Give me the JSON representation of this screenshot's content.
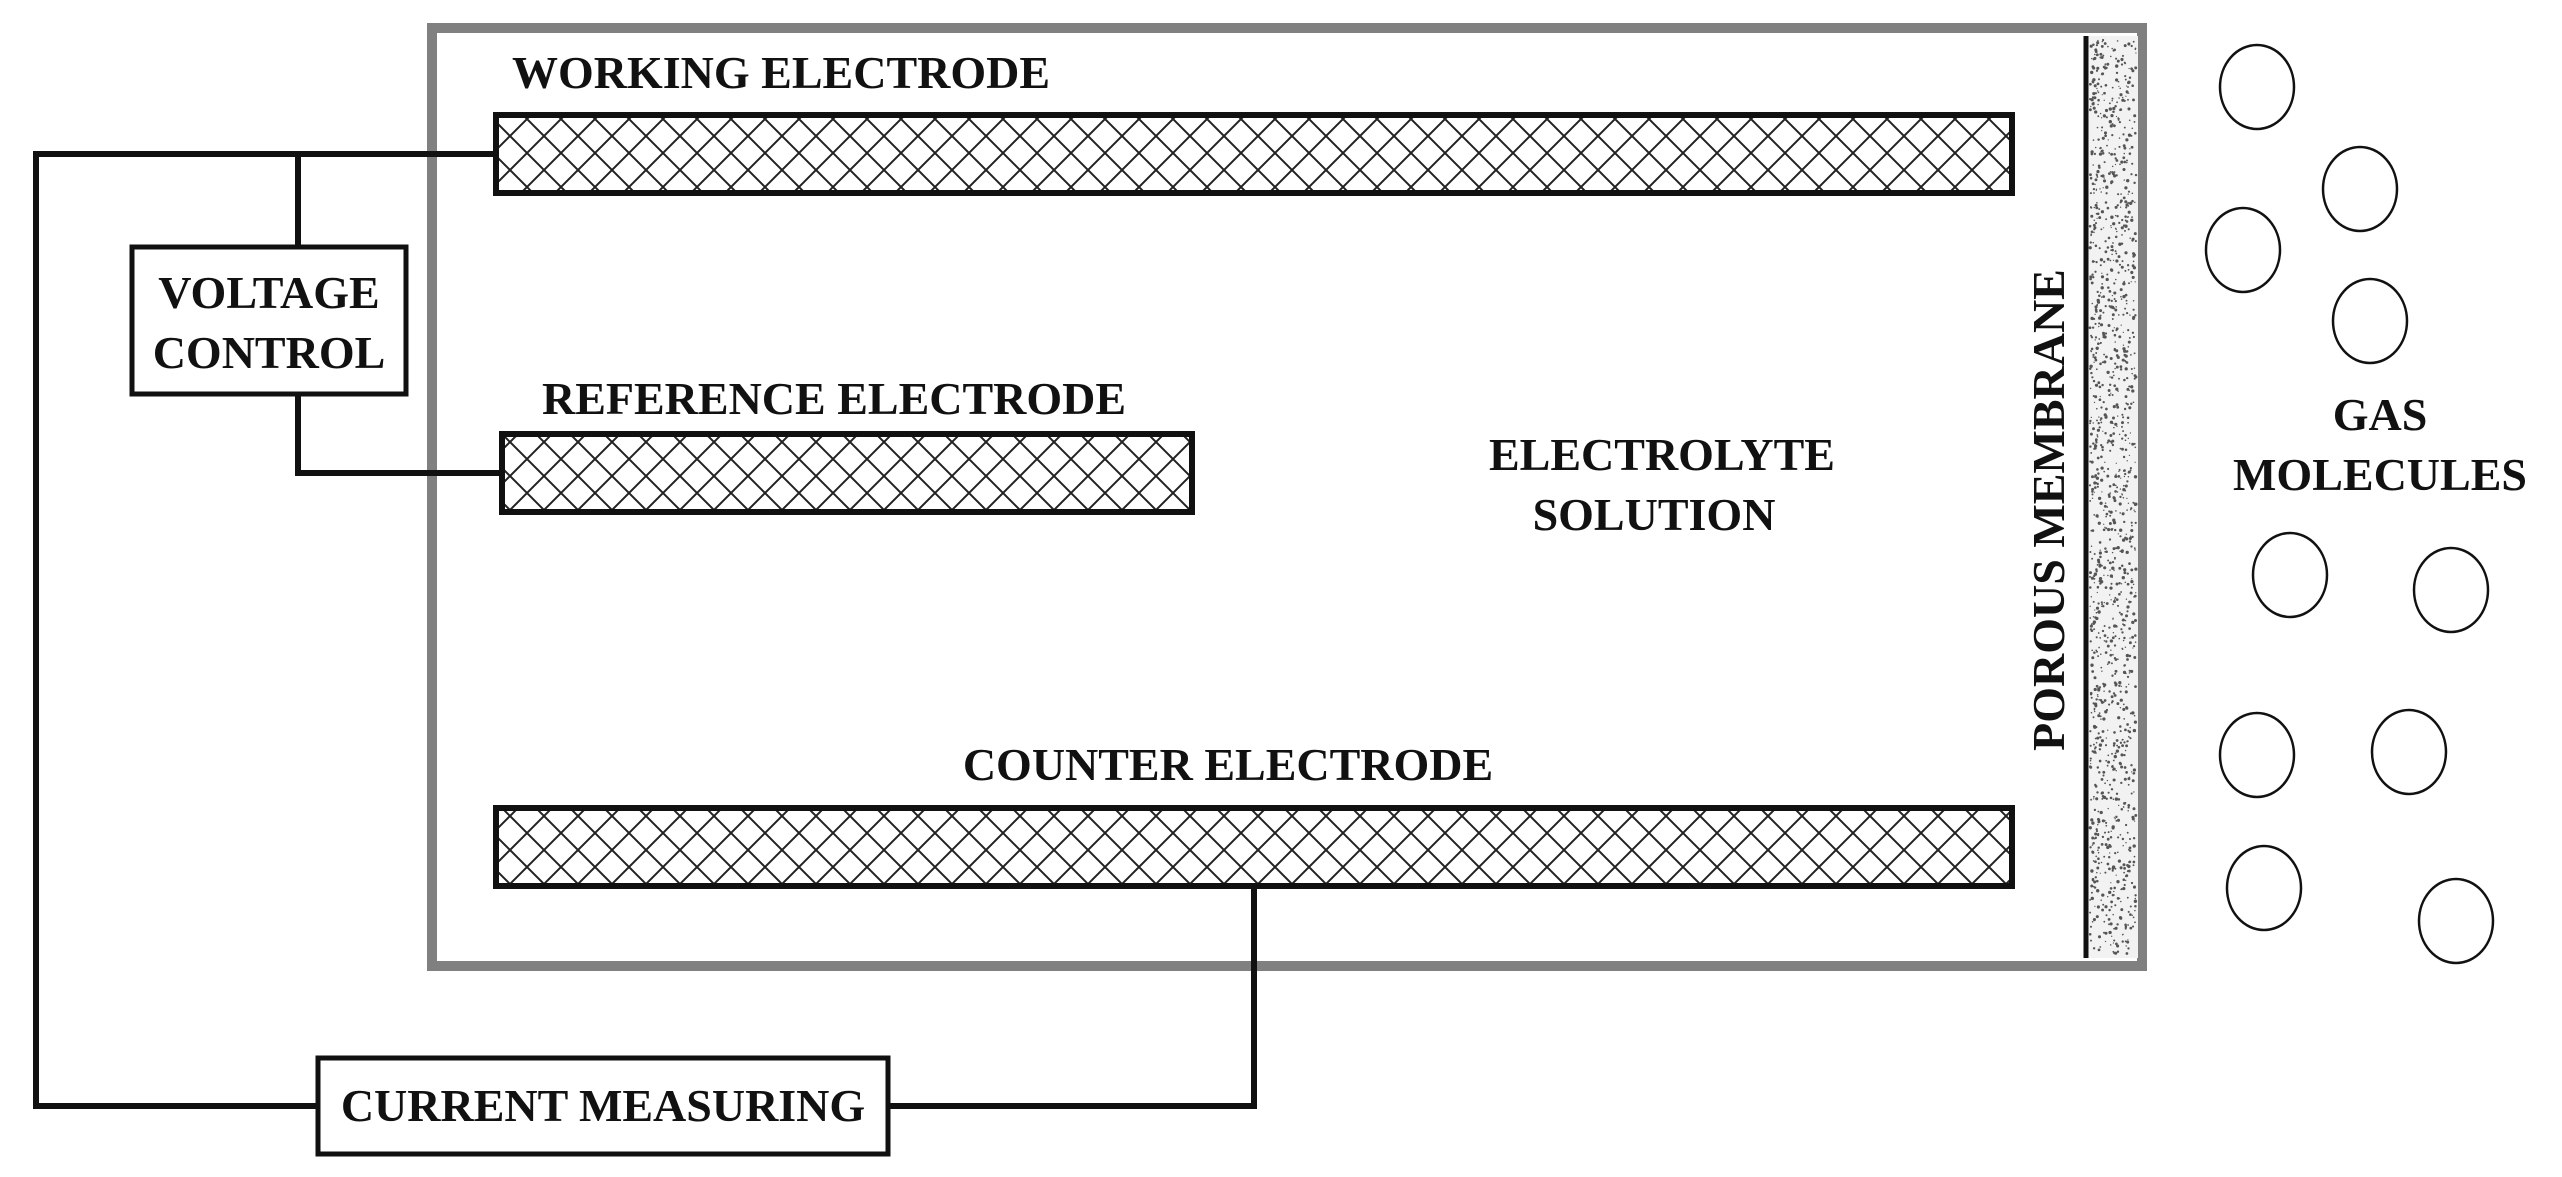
{
  "labels": {
    "working_electrode": "WORKING ELECTRODE",
    "reference_electrode": "REFERENCE ELECTRODE",
    "counter_electrode": "COUNTER ELECTRODE",
    "voltage_control_line1": "VOLTAGE",
    "voltage_control_line2": "CONTROL",
    "current_measuring": "CURRENT MEASURING",
    "electrolyte_line1": "ELECTROLYTE",
    "electrolyte_line2": "SOLUTION",
    "porous_membrane": "POROUS MEMBRANE",
    "gas_line1": "GAS",
    "gas_line2": "MOLECULES"
  },
  "colors": {
    "cell_border": "#808080",
    "line": "#111111",
    "membrane_fill": "#f2f2f2",
    "membrane_dots": "#555555"
  }
}
